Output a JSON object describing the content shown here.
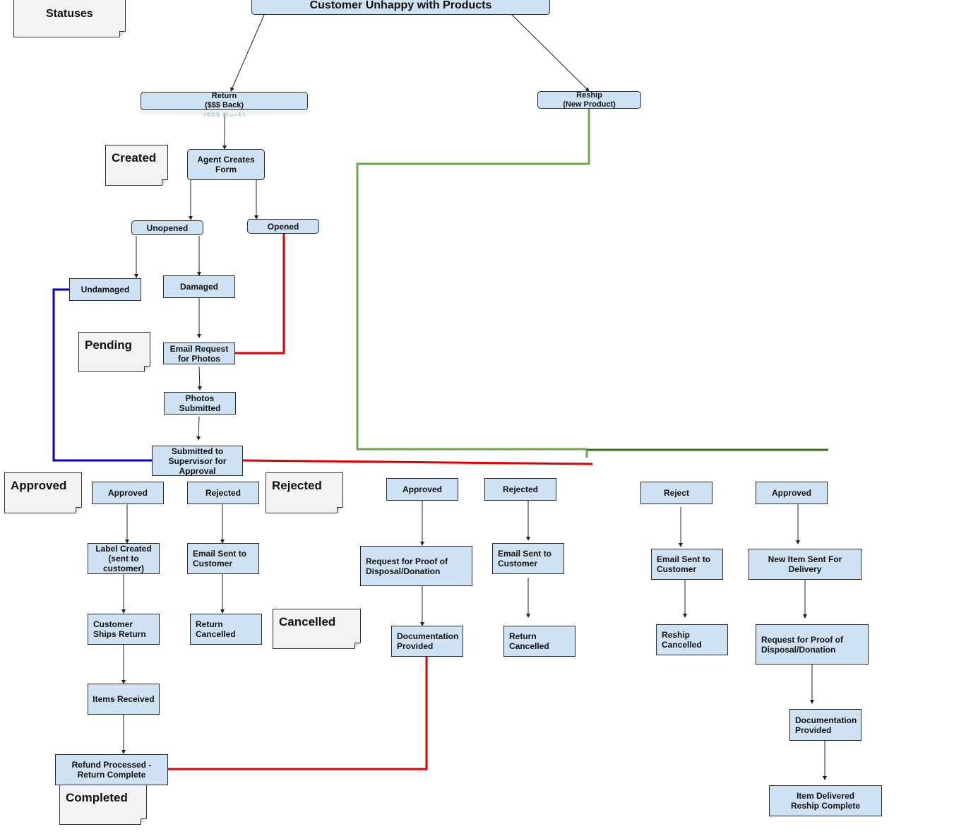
{
  "diagram": {
    "nodes": {
      "root": "Customer Unhappy with Products",
      "return": "Return\n($$$ Back)",
      "reship": "Reship\n(New Product)",
      "agent_form": "Agent Creates\nForm",
      "unopened": "Unopened",
      "opened": "Opened",
      "undamaged": "Undamaged",
      "damaged": "Damaged",
      "email_photos": "Email Request\nfor Photos",
      "photos_submitted": "Photos\nSubmitted",
      "supervisor": "Submitted to\nSupervisor for\nApproval",
      "approved_1": "Approved",
      "rejected_1": "Rejected",
      "label_created": "Label Created\n(sent to\ncustomer)",
      "email_sent_1": "Email Sent to\nCustomer",
      "customer_ships": "Customer\nShips Return",
      "return_cancelled_1": "Return\nCancelled",
      "items_received": "Items Received",
      "refund_processed": "Refund Processed -\nReturn Complete",
      "approved_2": "Approved",
      "rejected_2": "Rejected",
      "proof_request_1": "Request for Proof of\nDisposal/Donation",
      "email_sent_2": "Email Sent to\nCustomer",
      "documentation_1": "Documentation\nProvided",
      "return_cancelled_2": "Return\nCancelled",
      "reject_3": "Reject",
      "approved_3": "Approved",
      "email_sent_3": "Email Sent to\nCustomer",
      "new_item_sent": "New Item Sent For\nDelivery",
      "reship_cancelled": "Reship\nCancelled",
      "proof_request_2": "Request for Proof of\nDisposal/Donation",
      "documentation_2": "Documentation\nProvided",
      "item_delivered": "Item Delivered\nReship Complete"
    },
    "ghost_text": "($$$ Back)",
    "notes": {
      "statuses": "Statuses",
      "created": "Created",
      "pending": "Pending",
      "approved": "Approved",
      "rejected": "Rejected",
      "cancelled": "Cancelled",
      "completed": "Completed"
    },
    "colors": {
      "node_fill": "#cfe2f3",
      "note_fill": "#f3f3f3",
      "arrow": "#222222",
      "red": "#e00000",
      "blue": "#0000cc",
      "light_green": "#6aa84f",
      "dark_green": "#38761d"
    }
  }
}
